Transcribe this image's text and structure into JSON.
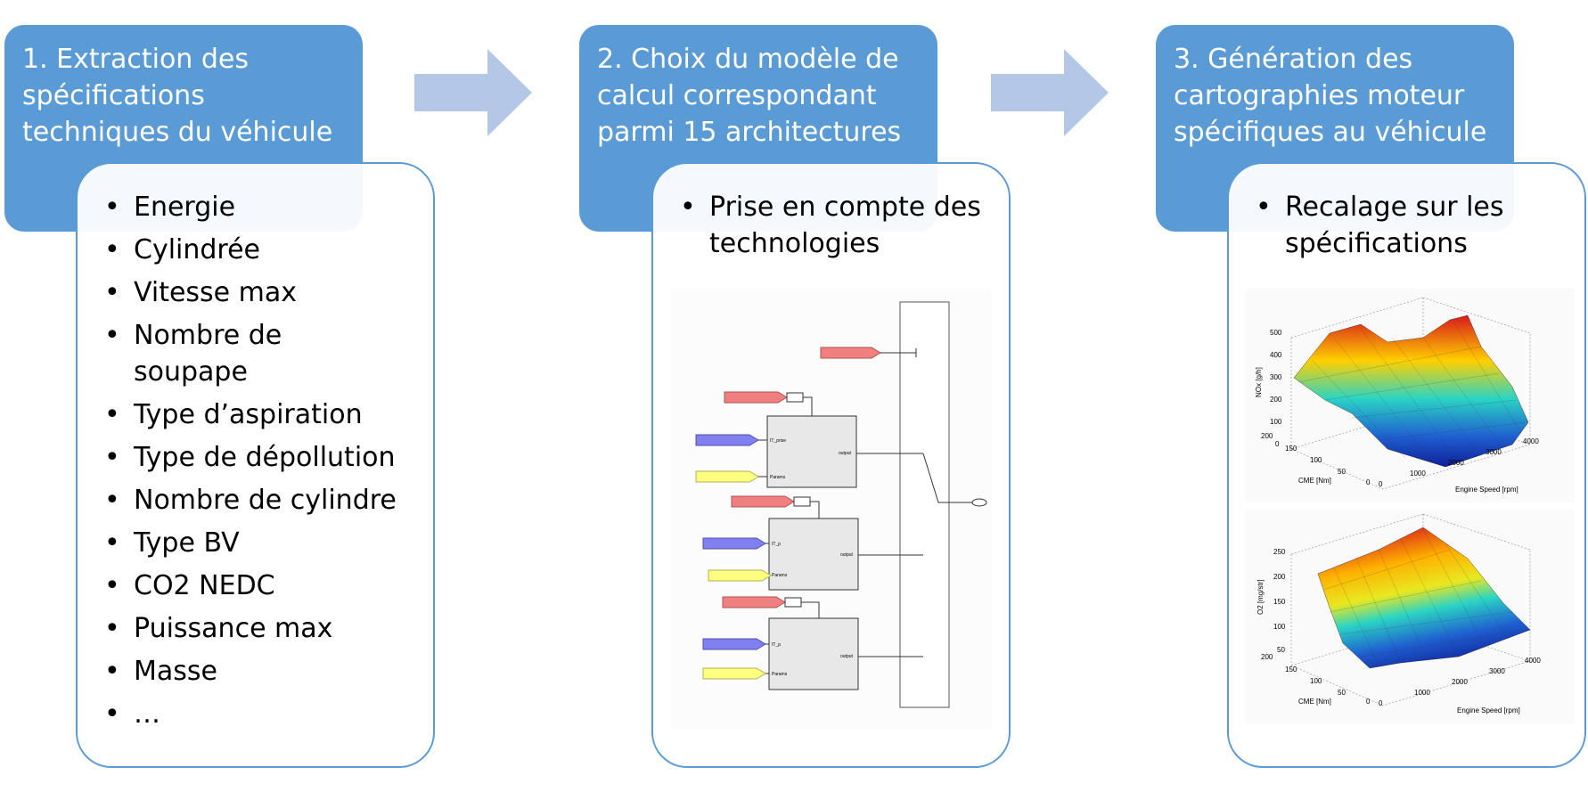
{
  "steps": [
    {
      "title_lines": [
        "1. Extraction des",
        "spécifications",
        "techniques du véhicule"
      ],
      "bullets": [
        "Energie",
        "Cylindrée",
        "Vitesse max",
        "Nombre de",
        "soupape",
        "Type d’aspiration",
        "Type de dépollution",
        "Nombre de cylindre",
        "Type BV",
        "CO2 NEDC",
        "Puissance max",
        "Masse",
        "…"
      ]
    },
    {
      "title_lines": [
        "2. Choix du modèle de",
        "calcul correspondant",
        "parmi 15 architectures"
      ],
      "bullets": [
        "Prise en compte des",
        "technologies"
      ],
      "diagram": {
        "block_in1": [
          "IT_prise",
          "IT_p",
          "IT_p"
        ],
        "block_in2": [
          "Params",
          "Params",
          "Params"
        ],
        "block_out": [
          "output",
          "output",
          "output"
        ]
      }
    },
    {
      "title_lines": [
        "3. Génération des",
        "cartographies moteur",
        "spécifiques au véhicule"
      ],
      "bullets": [
        "Recalage sur les",
        "spécifications"
      ],
      "plots": [
        {
          "zlabel": "NOx [g/h]",
          "zticks": [
            "500",
            "400",
            "300",
            "200",
            "100",
            "0"
          ],
          "yticks": [
            "200",
            "150",
            "100",
            "50",
            "0"
          ],
          "xticks": [
            "0",
            "1000",
            "2000",
            "3000",
            "4000"
          ],
          "ylabel": "CME [Nm]",
          "xlabel": "Engine Speed [rpm]"
        },
        {
          "zlabel": "O2 [mg/str]",
          "zticks": [
            "250",
            "200",
            "150",
            "100",
            "50"
          ],
          "yticks": [
            "200",
            "150",
            "100",
            "50",
            "0"
          ],
          "xticks": [
            "0",
            "1000",
            "2000",
            "3000",
            "4000"
          ],
          "ylabel": "CME [Nm]",
          "xlabel": "Engine Speed [rpm]"
        }
      ]
    }
  ],
  "colors": {
    "header": "#5b9bd5",
    "arrow": "#b4c7e7",
    "panel_border": "#5b9bd5"
  }
}
